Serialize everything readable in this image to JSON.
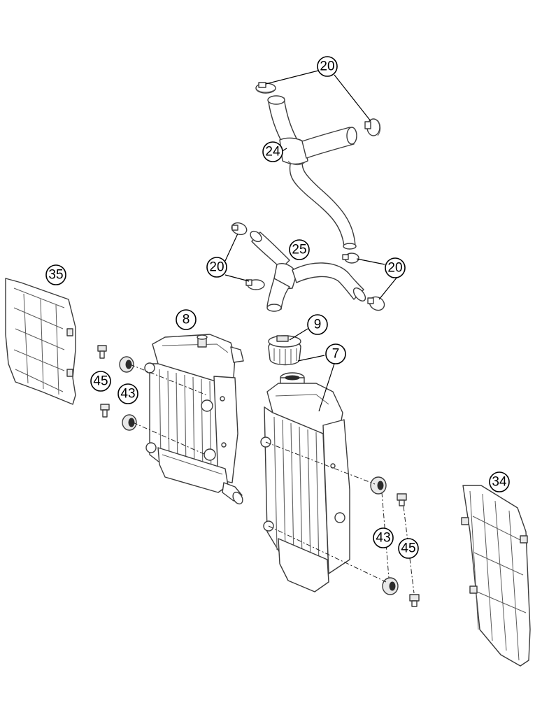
{
  "callouts": [
    {
      "id": "c20a",
      "label": "20"
    },
    {
      "id": "c24",
      "label": "24"
    },
    {
      "id": "c25",
      "label": "25"
    },
    {
      "id": "c20b",
      "label": "20"
    },
    {
      "id": "c20c",
      "label": "20"
    },
    {
      "id": "c35",
      "label": "35"
    },
    {
      "id": "c8",
      "label": "8"
    },
    {
      "id": "c9",
      "label": "9"
    },
    {
      "id": "c7",
      "label": "7"
    },
    {
      "id": "c45a",
      "label": "45"
    },
    {
      "id": "c43a",
      "label": "43"
    },
    {
      "id": "c34",
      "label": "34"
    },
    {
      "id": "c43b",
      "label": "43"
    },
    {
      "id": "c45b",
      "label": "45"
    }
  ]
}
